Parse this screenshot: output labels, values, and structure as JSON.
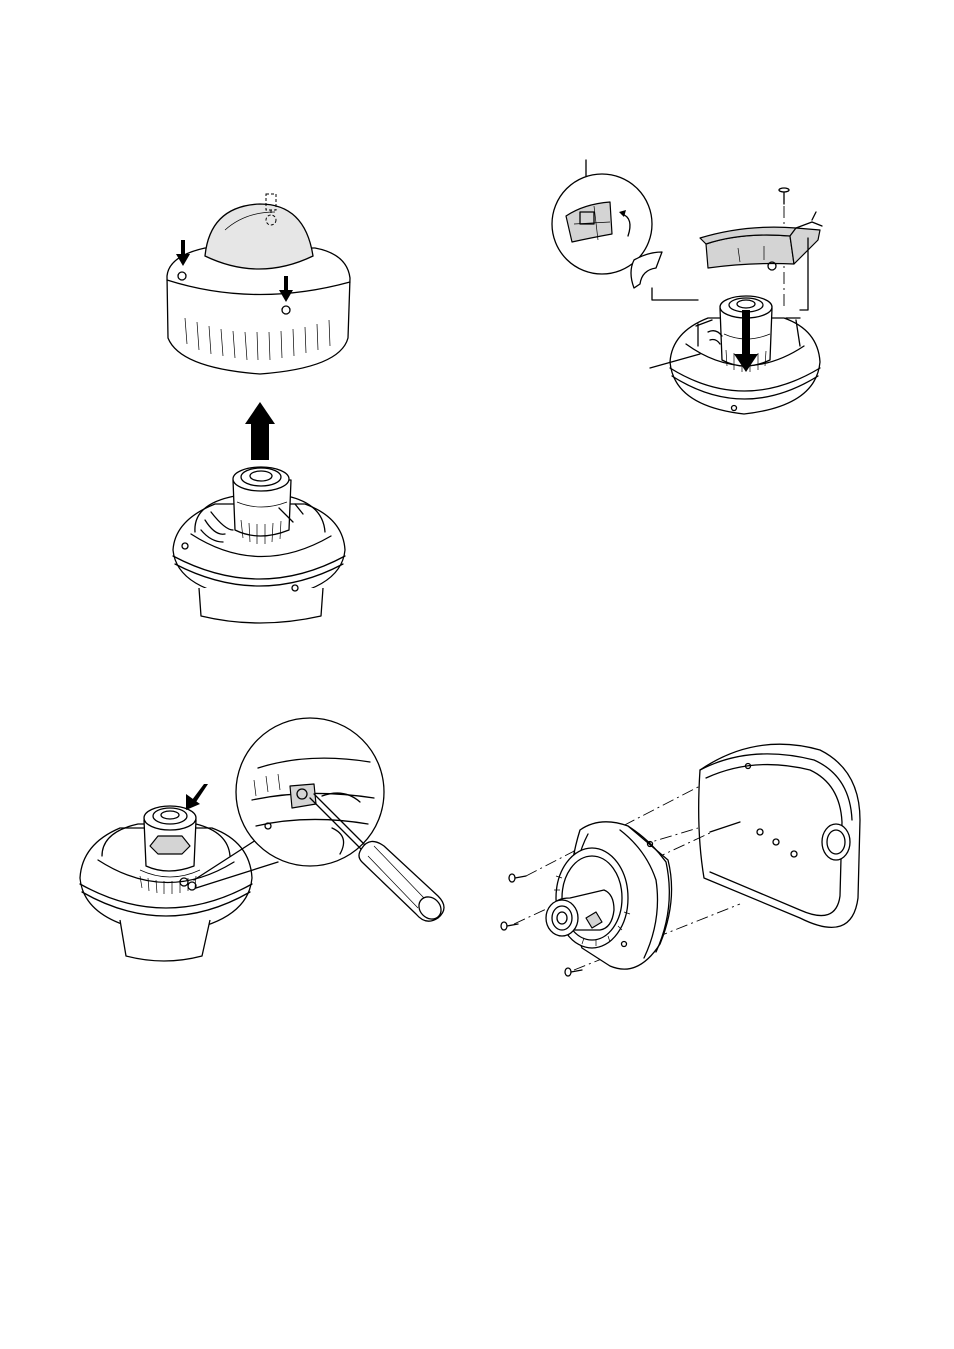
{
  "figures": [
    {
      "id": "fig-dome-cover-removal",
      "icons": [
        "down-arrow-icon",
        "up-arrow-icon"
      ]
    },
    {
      "id": "fig-bracket-attachment",
      "icons": [
        "down-arrow-icon",
        "rotate-arrow-icon"
      ]
    },
    {
      "id": "fig-lens-unit-screwdriver",
      "icons": [
        "screwdriver-icon",
        "down-arrow-icon"
      ]
    },
    {
      "id": "fig-base-exploded-view",
      "icons": [
        "screw-icon"
      ]
    }
  ],
  "colors": {
    "line": "#000000",
    "fill_light": "#e6e6e6",
    "fill_mid": "#d4d4d4",
    "background": "#ffffff"
  }
}
